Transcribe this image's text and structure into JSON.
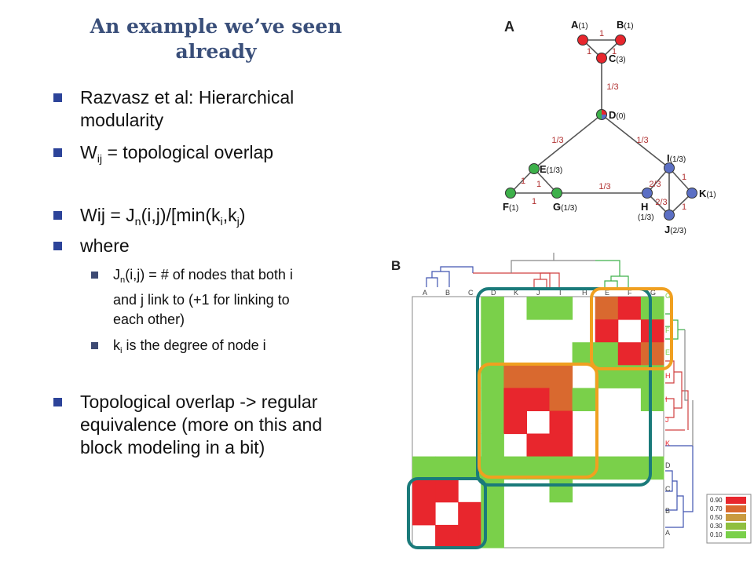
{
  "title_line1": "An example we’ve seen",
  "title_line2": "already",
  "bullets": {
    "razvasz": "Razvasz et al: Hierarchical",
    "razvasz2": "modularity",
    "w": "W",
    "w_sub": "ij",
    "w_rest": " = topological overlap",
    "wij_a": "Wij = J",
    "wij_n": "n",
    "wij_b": "(i,j)/[min(k",
    "wij_i": "i",
    "wij_c": ",k",
    "wij_j": "j",
    "wij_d": ")",
    "where": "where",
    "jn_a": "J",
    "jn_n": "n",
    "jn_b": "(i,j) = # of nodes that both i",
    "jn_line2": "and j link to (+1 for linking to",
    "jn_line3": "each other)",
    "ki_a": "k",
    "ki_i": "i",
    "ki_b": " is the degree of node i",
    "topo1": "Topological overlap -> regular",
    "topo2": "equivalence (more on this and",
    "topo3": "block modeling in a bit)"
  },
  "figure_a": {
    "panel_label": "A",
    "nodes": [
      {
        "id": "A",
        "value": "(1)",
        "color": "#e8262d"
      },
      {
        "id": "B",
        "value": "(1)",
        "color": "#e8262d"
      },
      {
        "id": "C",
        "value": "(3)",
        "color": "#e8262d"
      },
      {
        "id": "D",
        "value": "(0)",
        "color": "multi"
      },
      {
        "id": "E",
        "value": "(1/3)",
        "color": "#3db04a"
      },
      {
        "id": "F",
        "value": "(1)",
        "color": "#3db04a"
      },
      {
        "id": "G",
        "value": "(1/3)",
        "color": "#3db04a"
      },
      {
        "id": "H",
        "value": "(1/3)",
        "color": "#5b6fc4"
      },
      {
        "id": "I",
        "value": "(1/3)",
        "color": "#5b6fc4"
      },
      {
        "id": "J",
        "value": "(2/3)",
        "color": "#5b6fc4"
      },
      {
        "id": "K",
        "value": "(1)",
        "color": "#5b6fc4"
      }
    ],
    "edge_labels": [
      "1",
      "1",
      "1",
      "1/3",
      "1/3",
      "1/3",
      "1",
      "1",
      "1",
      "1/3",
      "2/3",
      "1",
      "2/3",
      "1"
    ],
    "edge_color": "#b03030"
  },
  "figure_b": {
    "panel_label": "B",
    "top_labels": [
      "A",
      "B",
      "C",
      "D",
      "K",
      "J",
      "I",
      "H",
      "E",
      "F",
      "G"
    ],
    "right_labels": [
      "G",
      "F",
      "E",
      "H",
      "I",
      "J",
      "K",
      "D",
      "C",
      "B",
      "A"
    ],
    "legend": [
      {
        "label": "0.90",
        "color": "#e8262d"
      },
      {
        "label": "0.70",
        "color": "#d9692f"
      },
      {
        "label": "0.50",
        "color": "#c99a3f"
      },
      {
        "label": "0.30",
        "color": "#8fbf3f"
      },
      {
        "label": "0.10",
        "color": "#7ad04a"
      }
    ],
    "highlight_colors": {
      "orange": "#f0a020",
      "teal": "#1a7a7a"
    }
  }
}
